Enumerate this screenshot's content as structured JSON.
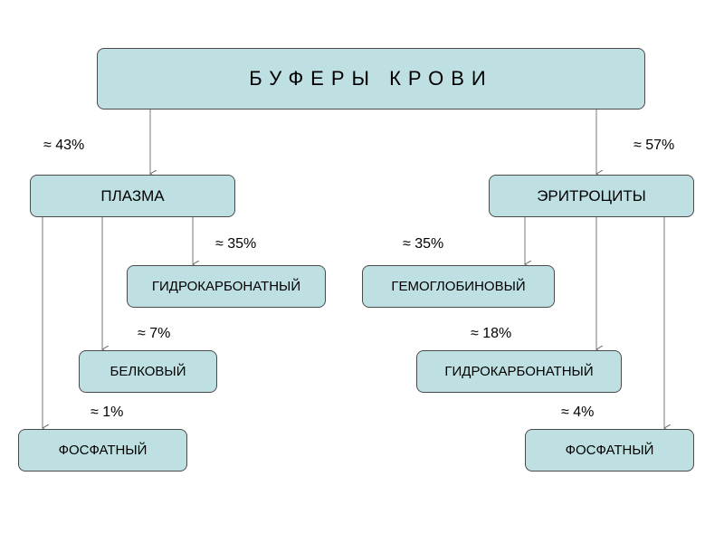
{
  "title": "БУФЕРЫ КРОВИ",
  "branches": {
    "plasma": {
      "label": "ПЛАЗМА",
      "share": "≈ 43%",
      "children": [
        {
          "label": "ГИДРОКАРБОНАТНЫЙ",
          "share": "≈ 35%"
        },
        {
          "label": "БЕЛКОВЫЙ",
          "share": "≈ 7%"
        },
        {
          "label": "ФОСФАТНЫЙ",
          "share": "≈ 1%"
        }
      ]
    },
    "erythrocytes": {
      "label": "ЭРИТРОЦИТЫ",
      "share": "≈ 57%",
      "children": [
        {
          "label": "ГЕМОГЛОБИНОВЫЙ",
          "share": "≈ 35%"
        },
        {
          "label": "ГИДРОКАРБОНАТНЫЙ",
          "share": "≈ 18%"
        },
        {
          "label": "ФОСФАТНЫЙ",
          "share": "≈ 4%"
        }
      ]
    }
  }
}
